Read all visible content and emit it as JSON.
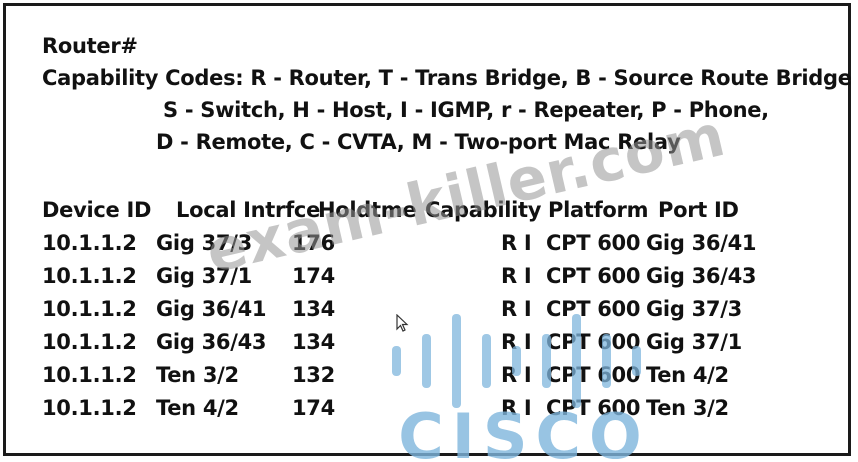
{
  "terminal": {
    "prompt": "Router#",
    "codes_line1": "Capability Codes: R - Router, T - Trans Bridge, B - Source Route Bridge",
    "codes_line2": "S - Switch, H - Host, I - IGMP, r - Repeater, P - Phone,",
    "codes_line3": "D - Remote, C - CVTA, M - Two-port Mac Relay"
  },
  "table": {
    "headers": {
      "device_id": "Device ID",
      "local_intrfce": "Local Intrfce",
      "holdtme": "Holdtme",
      "capability": "Capability",
      "platform": "Platform",
      "port_id": "Port ID"
    },
    "rows": [
      {
        "device_id": "10.1.1.2",
        "local_intrfce": "Gig 37/3",
        "holdtme": "176",
        "capability": "R I",
        "platform": "CPT 600",
        "port_id": "Gig 36/41"
      },
      {
        "device_id": "10.1.1.2",
        "local_intrfce": "Gig 37/1",
        "holdtme": "174",
        "capability": "R I",
        "platform": "CPT 600",
        "port_id": "Gig 36/43"
      },
      {
        "device_id": "10.1.1.2",
        "local_intrfce": "Gig 36/41",
        "holdtme": "134",
        "capability": "R I",
        "platform": "CPT 600",
        "port_id": "Gig 37/3"
      },
      {
        "device_id": "10.1.1.2",
        "local_intrfce": "Gig 36/43",
        "holdtme": "134",
        "capability": "R I",
        "platform": "CPT 600",
        "port_id": "Gig 37/1"
      },
      {
        "device_id": "10.1.1.2",
        "local_intrfce": "Ten 3/2",
        "holdtme": "132",
        "capability": "R I",
        "platform": "CPT 600",
        "port_id": "Ten 4/2"
      },
      {
        "device_id": "10.1.1.2",
        "local_intrfce": "Ten 4/2",
        "holdtme": "174",
        "capability": "R I",
        "platform": "CPT 600",
        "port_id": "Ten 3/2"
      }
    ]
  },
  "watermark": {
    "text": "exam-killer.com"
  },
  "logo": {
    "text": "CISCO",
    "color": "#7fb6dd"
  },
  "colors": {
    "text": "#111111",
    "border": "#1a1a1a",
    "watermark": "#969696"
  }
}
